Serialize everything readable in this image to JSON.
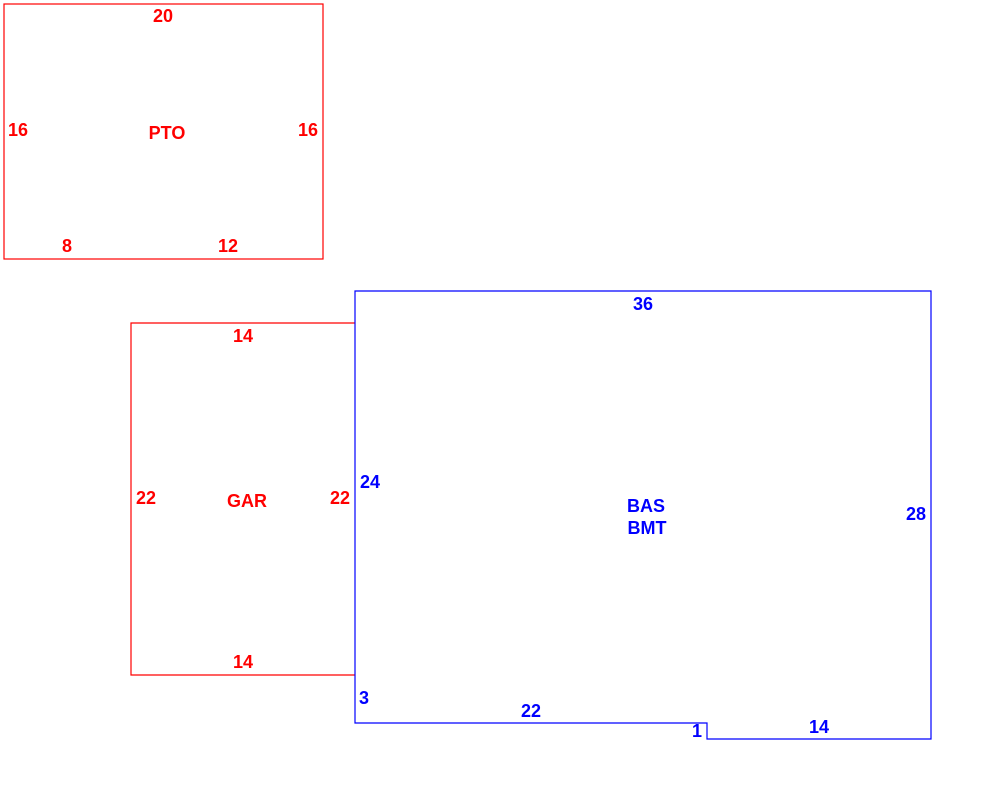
{
  "colors": {
    "patio_garage": "#ff0000",
    "base": "#0000ff"
  },
  "sketch": {
    "pto": {
      "label": "PTO",
      "top": "20",
      "left": "16",
      "right": "16",
      "bottom_left": "8",
      "bottom_right": "12"
    },
    "gar": {
      "label": "GAR",
      "top": "14",
      "left": "22",
      "right": "22",
      "bottom": "14"
    },
    "bas": {
      "label_1": "BAS",
      "label_2": "BMT",
      "top": "36",
      "left": "24",
      "right": "28",
      "left_bottom": "3",
      "bottom_left": "22",
      "notch": "1",
      "bottom_right": "14"
    }
  }
}
